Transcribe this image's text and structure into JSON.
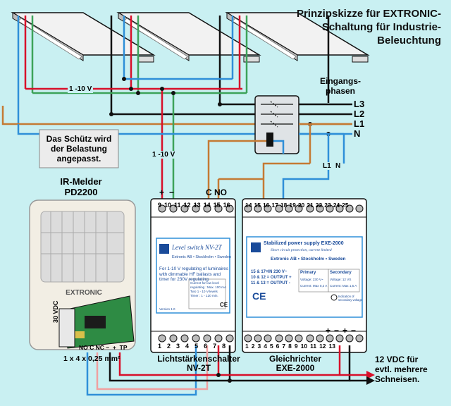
{
  "title": {
    "line1": "Prinzipskizze für EXTRONIC-",
    "line2": "Schaltung für Industrie-",
    "line3": "Beleuchtung"
  },
  "inputs": {
    "caption_1": "Eingangs-",
    "caption_2": "phasen",
    "l3": "L3",
    "l2": "L2",
    "l1": "L1",
    "n": "N",
    "l1_small": "L1",
    "n_small": "N"
  },
  "control_label_top": "1 -10 V",
  "control_label_mid": "1 -10 V",
  "note": {
    "line1": "Das Schütz wird",
    "line2": "der Belastung",
    "line3": "angepasst."
  },
  "sensor": {
    "title_1": "IR-Melder",
    "title_2": "PD2200",
    "brand": "EXTRONIC",
    "side_label": "30 VDC",
    "terminals": "NO C NC −  +  TP",
    "cable": "1 x 4 x 0,25 mm²"
  },
  "nv2t": {
    "top_plus": "+",
    "top_minus": "−",
    "top_c": "C",
    "top_no": "NO",
    "top_terminals": [
      "9",
      "10",
      "11",
      "12",
      "13",
      "14",
      "15",
      "16"
    ],
    "bottom_terminals": [
      "1",
      "2",
      "3",
      "4",
      "5",
      "6",
      "7",
      "8"
    ],
    "panel_title": "Level switch NV-2T",
    "panel_company": "Extronic AB • Stockholm • Sweden",
    "desc_1": "For 1-10 V regulating of luminaires",
    "desc_2": "with dimmable HF ballasts and",
    "desc_3": "timer for 230V regulating",
    "spec_1": "Current for low level",
    "spec_2": "regulating : Max. 100 mA",
    "spec_3": "Two 1 - 10 V-levels",
    "spec_4": "Timer : 1 - 120 min.",
    "version": "Version 1.0",
    "ce": "CE",
    "caption_1": "Lichtstärkenschalter",
    "caption_2": "NV-2T"
  },
  "exe2000": {
    "top_terminals": [
      "14",
      "15",
      "16",
      "17",
      "18",
      "19",
      "20",
      "21",
      "22",
      "23",
      "24",
      "25"
    ],
    "bottom_terminals": [
      "1",
      "2",
      "3",
      "4",
      "5",
      "6",
      "7",
      "8",
      "9",
      "10",
      "11",
      "12",
      "13"
    ],
    "bottom_plus_1": "+",
    "bottom_minus_1": "−",
    "bottom_plus_2": "+",
    "bottom_minus_2": "−",
    "panel_title": "Stabilized power supply EXE-2000",
    "panel_sub": "Short circuit protection, current limited",
    "panel_company": "Extronic AB • Stockholm • Sweden",
    "io_1": "15 & 17=IN  230 V~",
    "io_2": "10 & 12 = OUTPUT +",
    "io_3": "11 & 13 = OUTPUT -",
    "primary_h": "Primary",
    "primary_v": "Voltage: 230 V~",
    "primary_c": "Current: Max 0,2 A",
    "secondary_h": "Secondary",
    "secondary_v": "Voltage: 12 VS",
    "secondary_c": "Current: Max 1,5 A",
    "indicator_1": "Indication of",
    "indicator_2": "secondary voltage",
    "ce": "CE",
    "caption_1": "Gleichrichter",
    "caption_2": "EXE-2000"
  },
  "output": {
    "line1": "12 VDC für",
    "line2": "evtl. mehrere",
    "line3": "Schneisen."
  },
  "colors": {
    "background": "#c9f0f2",
    "wire_red": "#d8102a",
    "wire_green": "#3da35a",
    "wire_blue": "#2f8fd8",
    "wire_brown": "#c47a34",
    "wire_black": "#111111",
    "module_fill": "#ffffff"
  }
}
